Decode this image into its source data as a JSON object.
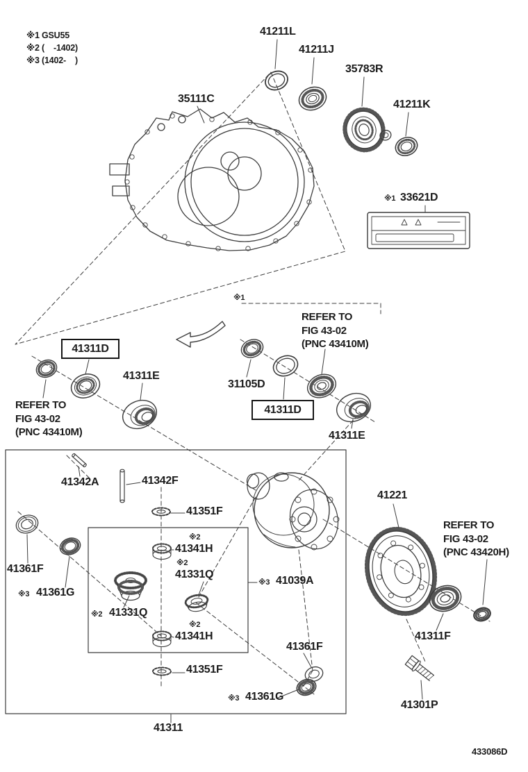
{
  "page": {
    "figure_code": "433086D"
  },
  "notes": [
    "※1 GSU55",
    "※2 (    -1402)",
    "※3 (1402-    )"
  ],
  "markers": {
    "m1": "※1",
    "m2": "※2",
    "m3": "※3"
  },
  "parts": {
    "p35111C": "35111C",
    "p41211L": "41211L",
    "p41211J": "41211J",
    "p35783R": "35783R",
    "p41211K": "41211K",
    "p33621D": "33621D",
    "p41311D": "41311D",
    "p41311E": "41311E",
    "p31105D": "31105D",
    "p41342A": "41342A",
    "p41342F": "41342F",
    "p41351F": "41351F",
    "p41341H": "41341H",
    "p41331Q": "41331Q",
    "p41361F": "41361F",
    "p41361G": "41361G",
    "p41039A": "41039A",
    "p41311": "41311",
    "p41221": "41221",
    "p41311F": "41311F",
    "p41301P": "41301P"
  },
  "refer_notes": {
    "fig4302_43410M": "REFER TO\nFIG 43-02\n(PNC 43410M)",
    "fig4302_43420H": "REFER TO\nFIG 43-02\n(PNC 43420H)"
  }
}
